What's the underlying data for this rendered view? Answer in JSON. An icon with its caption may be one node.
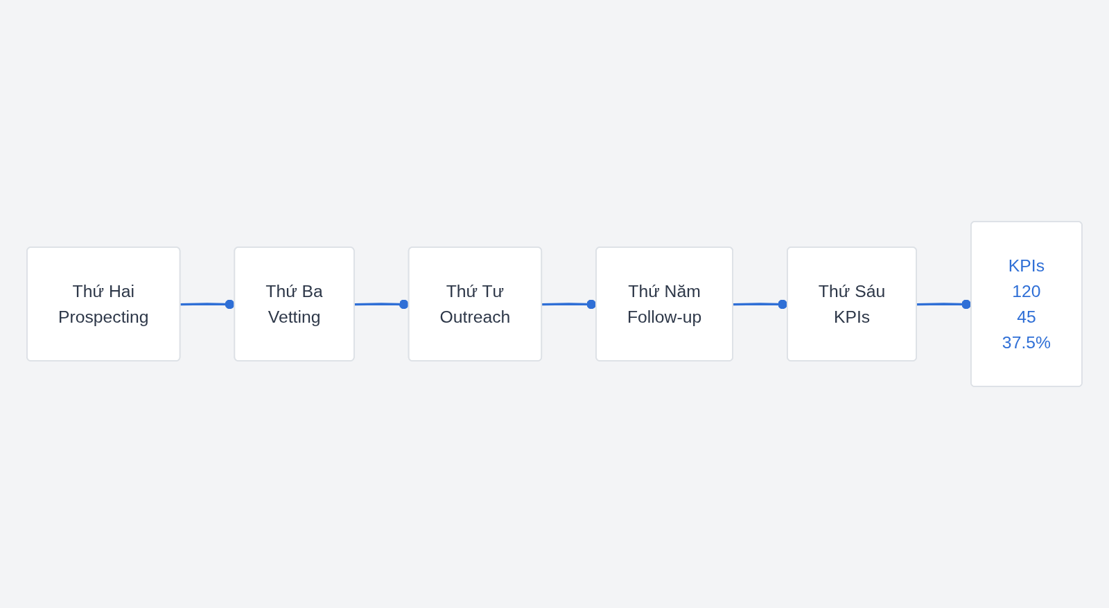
{
  "diagram": {
    "nodes": [
      {
        "text": [
          "Thứ Hai",
          "Prospecting"
        ]
      },
      {
        "text": [
          "Thứ Ba",
          "Vetting"
        ]
      },
      {
        "text": [
          "Thứ Tư",
          "Outreach"
        ]
      },
      {
        "text": [
          "Thứ Năm",
          "Follow-up"
        ]
      },
      {
        "text": [
          "Thứ Sáu",
          "KPIs"
        ]
      },
      {
        "text": [
          "KPIs",
          "120",
          "45",
          "37.5%"
        ]
      }
    ],
    "edges": [
      {
        "from": 0,
        "to": 1,
        "arrow": "other"
      },
      {
        "from": 1,
        "to": 2,
        "arrow": "other"
      },
      {
        "from": 2,
        "to": 3,
        "arrow": "other"
      },
      {
        "from": 3,
        "to": 4,
        "arrow": "other"
      },
      {
        "from": 4,
        "to": 5,
        "arrow": "other"
      }
    ]
  }
}
